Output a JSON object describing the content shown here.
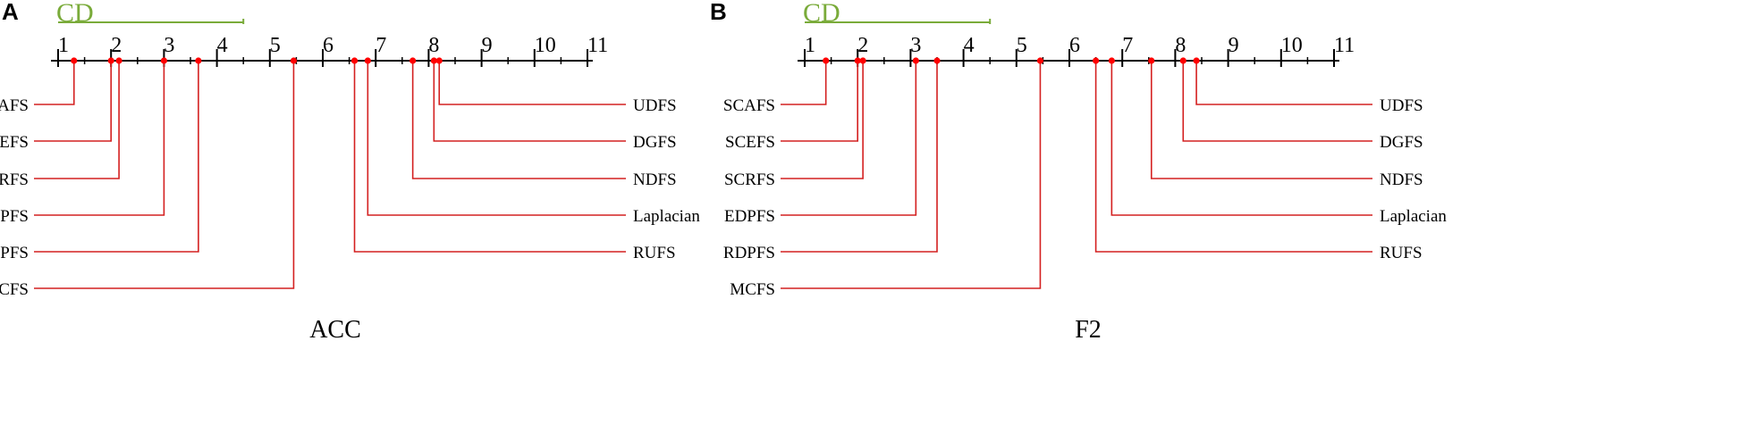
{
  "chart_data": [
    {
      "type": "critical-difference",
      "panel": "A",
      "metric": "ACC",
      "cd_label": "CD",
      "cd_value": 3.5,
      "axis": {
        "min": 1,
        "max": 11,
        "ticks": [
          "1",
          "2",
          "3",
          "4",
          "5",
          "6",
          "7",
          "8",
          "9",
          "10",
          "11"
        ]
      },
      "methods": [
        {
          "name": "SCAFS",
          "rank": 1.3,
          "side": "left",
          "row": 0
        },
        {
          "name": "SCEFS",
          "rank": 2.0,
          "side": "left",
          "row": 1
        },
        {
          "name": "SCRFS",
          "rank": 2.15,
          "side": "left",
          "row": 2
        },
        {
          "name": "EDPFS",
          "rank": 3.0,
          "side": "left",
          "row": 3
        },
        {
          "name": "RDPFS",
          "rank": 3.65,
          "side": "left",
          "row": 4
        },
        {
          "name": "MCFS",
          "rank": 5.45,
          "side": "left",
          "row": 5
        },
        {
          "name": "UDFS",
          "rank": 8.2,
          "side": "right",
          "row": 0
        },
        {
          "name": "DGFS",
          "rank": 8.1,
          "side": "right",
          "row": 1
        },
        {
          "name": "NDFS",
          "rank": 7.7,
          "side": "right",
          "row": 2
        },
        {
          "name": "Laplacian",
          "rank": 6.85,
          "side": "right",
          "row": 3
        },
        {
          "name": "RUFS",
          "rank": 6.6,
          "side": "right",
          "row": 4
        }
      ]
    },
    {
      "type": "critical-difference",
      "panel": "B",
      "metric": "F2",
      "cd_label": "CD",
      "cd_value": 3.5,
      "axis": {
        "min": 1,
        "max": 11,
        "ticks": [
          "1",
          "2",
          "3",
          "4",
          "5",
          "6",
          "7",
          "8",
          "9",
          "10",
          "11"
        ]
      },
      "methods": [
        {
          "name": "SCAFS",
          "rank": 1.4,
          "side": "left",
          "row": 0
        },
        {
          "name": "SCEFS",
          "rank": 2.0,
          "side": "left",
          "row": 1
        },
        {
          "name": "SCRFS",
          "rank": 2.1,
          "side": "left",
          "row": 2
        },
        {
          "name": "EDPFS",
          "rank": 3.1,
          "side": "left",
          "row": 3
        },
        {
          "name": "RDPFS",
          "rank": 3.5,
          "side": "left",
          "row": 4
        },
        {
          "name": "MCFS",
          "rank": 5.45,
          "side": "left",
          "row": 5
        },
        {
          "name": "UDFS",
          "rank": 8.4,
          "side": "right",
          "row": 0
        },
        {
          "name": "DGFS",
          "rank": 8.15,
          "side": "right",
          "row": 1
        },
        {
          "name": "NDFS",
          "rank": 7.55,
          "side": "right",
          "row": 2
        },
        {
          "name": "Laplacian",
          "rank": 6.8,
          "side": "right",
          "row": 3
        },
        {
          "name": "RUFS",
          "rank": 6.5,
          "side": "right",
          "row": 4
        }
      ]
    }
  ],
  "colors": {
    "cd_bar": "#7aab3a",
    "connector": "#d42020",
    "marker": "#ff0000",
    "axis": "#000000"
  }
}
